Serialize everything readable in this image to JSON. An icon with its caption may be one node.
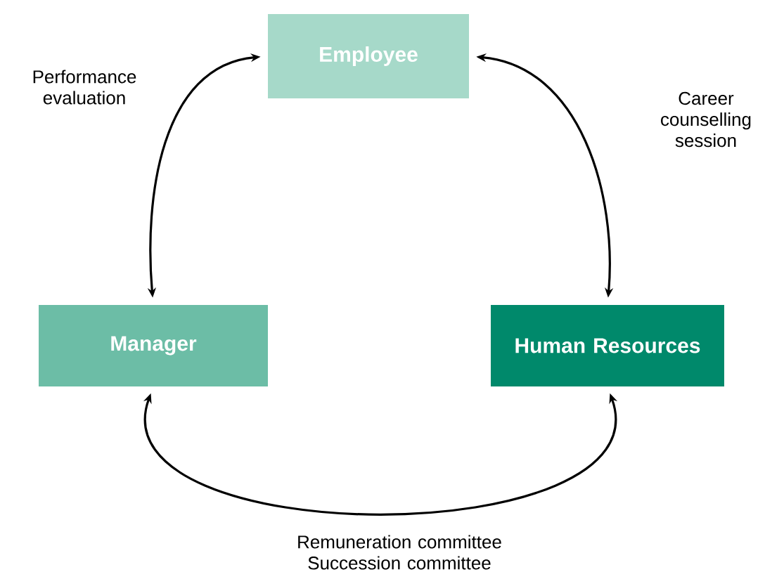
{
  "diagram": {
    "nodes": [
      {
        "text": [
          "Employee"
        ]
      },
      {
        "text": [
          "Manager"
        ]
      },
      {
        "text": [
          "Human Resources"
        ]
      }
    ],
    "edges": [
      {
        "from": 0,
        "to": 1,
        "arrow": "both",
        "label": "Performance evaluation"
      },
      {
        "from": 0,
        "to": 2,
        "arrow": "both",
        "label": "Career counselling session"
      },
      {
        "from": 1,
        "to": 2,
        "arrow": "both",
        "label": "Remuneration committee Succession committee"
      }
    ]
  }
}
